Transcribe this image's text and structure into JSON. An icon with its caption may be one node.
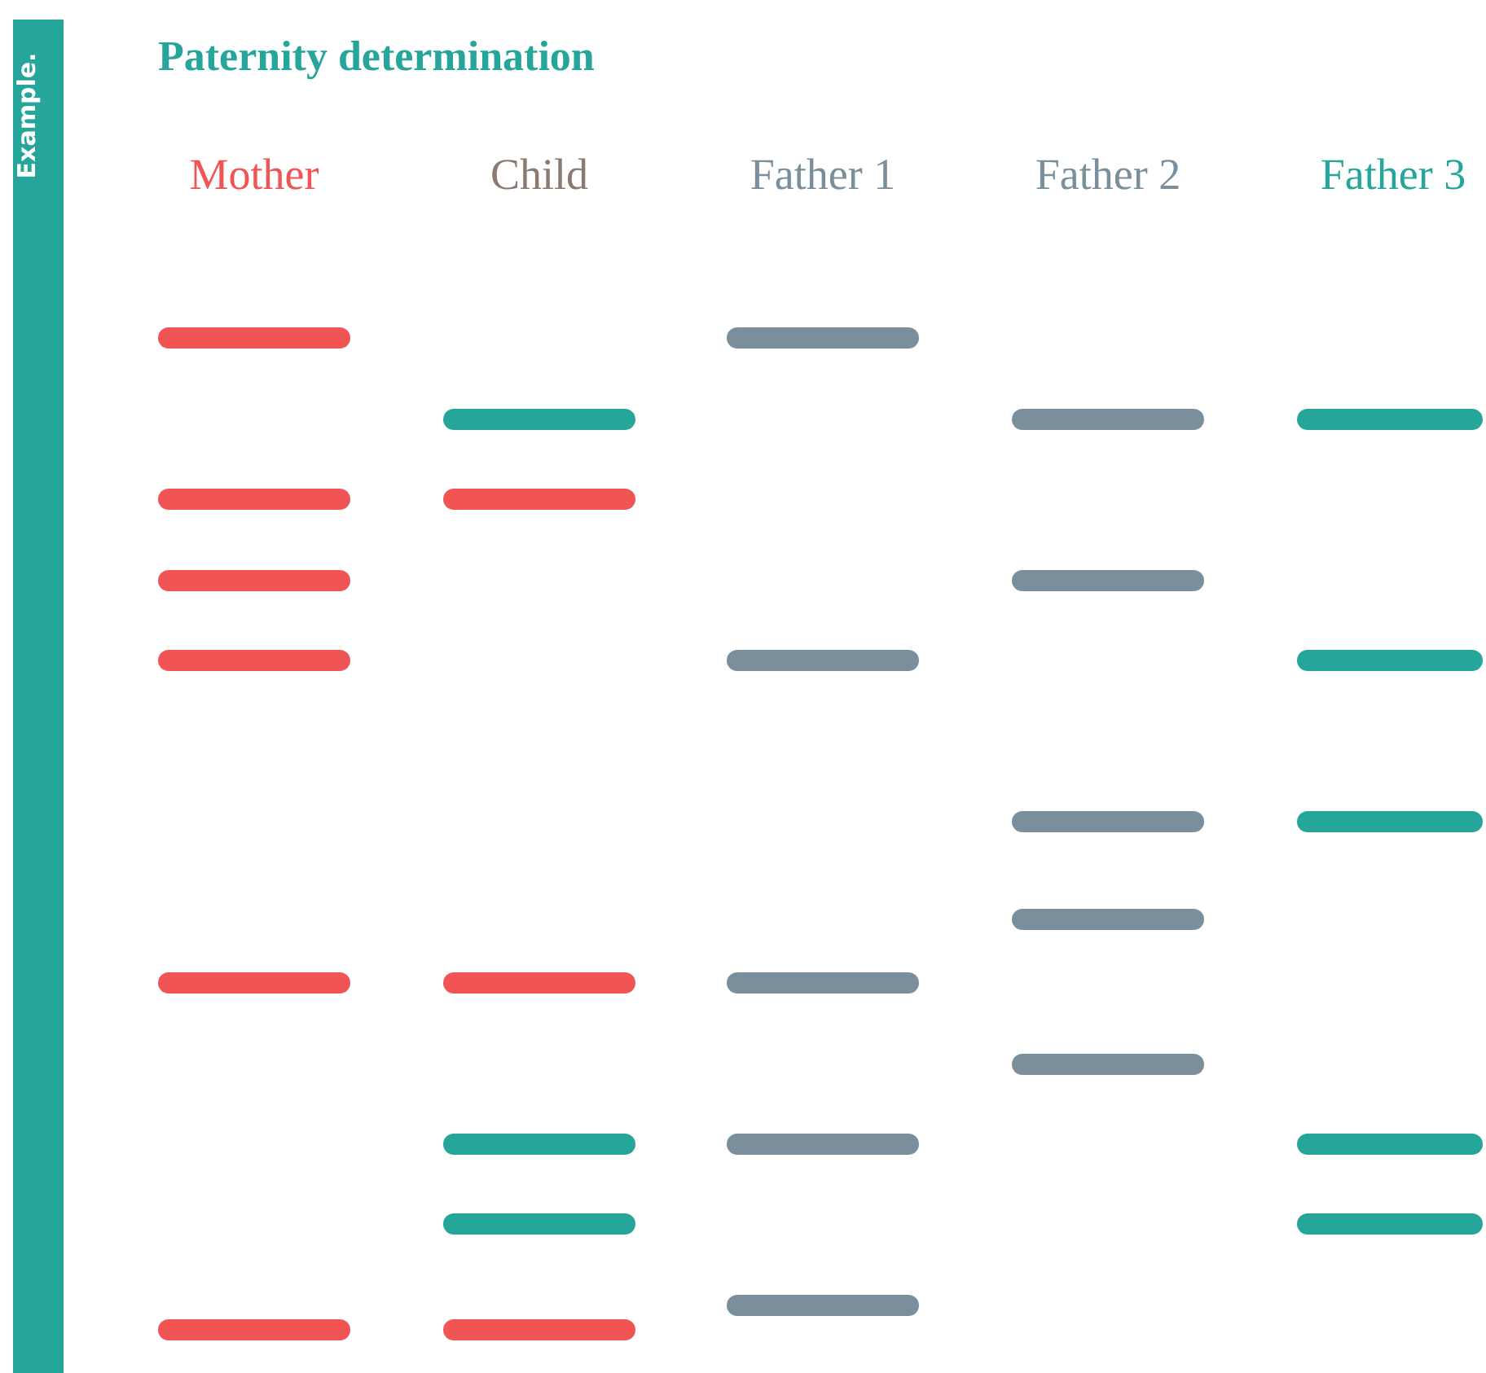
{
  "diagram": {
    "title": "Paternity determination",
    "nodes": [
      {
        "text": [],
        "shape": "bar"
      },
      {
        "text": [],
        "shape": "bar"
      },
      {
        "text": [],
        "shape": "bar"
      },
      {
        "text": [],
        "shape": "bar"
      },
      {
        "text": [],
        "shape": "bar"
      },
      {
        "text": [],
        "shape": "bar"
      },
      {
        "text": [],
        "shape": "bar"
      },
      {
        "text": [],
        "shape": "bar"
      },
      {
        "text": [],
        "shape": "bar"
      },
      {
        "text": [],
        "shape": "bar"
      },
      {
        "text": [],
        "shape": "bar"
      },
      {
        "text": [],
        "shape": "bar"
      },
      {
        "text": [],
        "shape": "bar"
      },
      {
        "text": [],
        "shape": "bar"
      },
      {
        "text": [],
        "shape": "bar"
      },
      {
        "text": [],
        "shape": "bar"
      },
      {
        "text": [],
        "shape": "bar"
      },
      {
        "text": [],
        "shape": "bar"
      },
      {
        "text": [],
        "shape": "bar"
      },
      {
        "text": [],
        "shape": "bar"
      },
      {
        "text": [],
        "shape": "bar"
      },
      {
        "text": [],
        "shape": "bar"
      },
      {
        "text": [],
        "shape": "bar"
      },
      {
        "text": [],
        "shape": "bar"
      },
      {
        "text": [],
        "shape": "bar"
      },
      {
        "text": [],
        "shape": "bar"
      },
      {
        "text": [],
        "shape": "bar"
      }
    ],
    "labels": [
      "Example.",
      "Mother",
      "Child",
      "Father 1",
      "Father 2",
      "Father 3"
    ]
  }
}
